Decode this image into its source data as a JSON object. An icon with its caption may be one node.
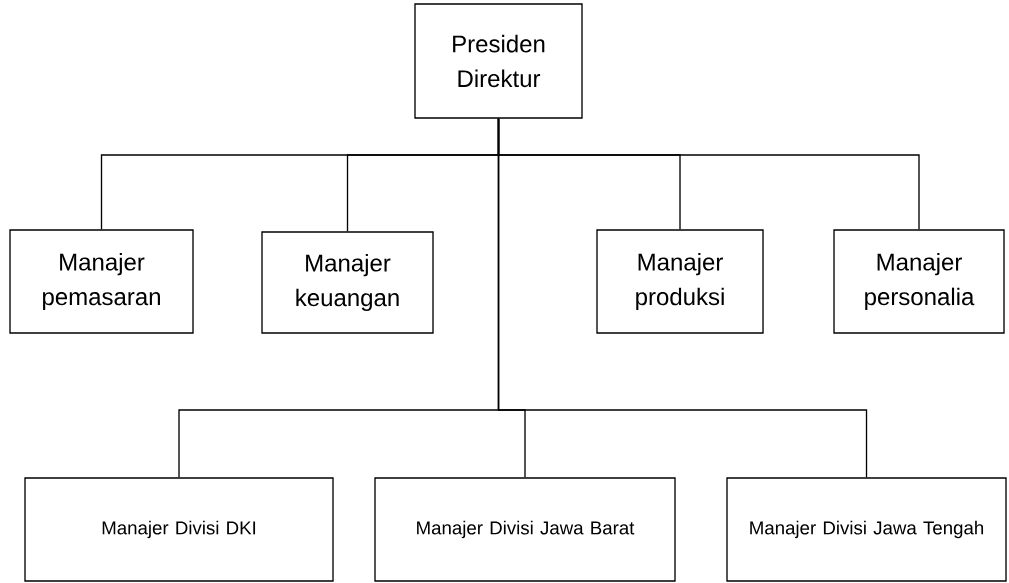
{
  "diagram": {
    "nodes": [
      {
        "text": [
          "Presiden Direktur"
        ]
      },
      {
        "text": [
          "Manajer pemasaran"
        ]
      },
      {
        "text": [
          "Manajer keuangan"
        ]
      },
      {
        "text": [
          "Manajer produksi"
        ]
      },
      {
        "text": [
          "Manajer personalia"
        ]
      },
      {
        "text": [
          "Manajer Divisi DKI"
        ]
      },
      {
        "text": [
          "Manajer Divisi Jawa Barat"
        ]
      },
      {
        "text": [
          "Manajer Divisi Jawa Tengah"
        ]
      }
    ],
    "edges": [
      {
        "from": 0,
        "to": 1,
        "arrow": "none"
      },
      {
        "from": 0,
        "to": 2,
        "arrow": "none"
      },
      {
        "from": 0,
        "to": 3,
        "arrow": "none"
      },
      {
        "from": 0,
        "to": 4,
        "arrow": "none"
      },
      {
        "from": 0,
        "to": 5,
        "arrow": "none"
      },
      {
        "from": 0,
        "to": 6,
        "arrow": "none"
      },
      {
        "from": 0,
        "to": 7,
        "arrow": "none"
      }
    ]
  }
}
